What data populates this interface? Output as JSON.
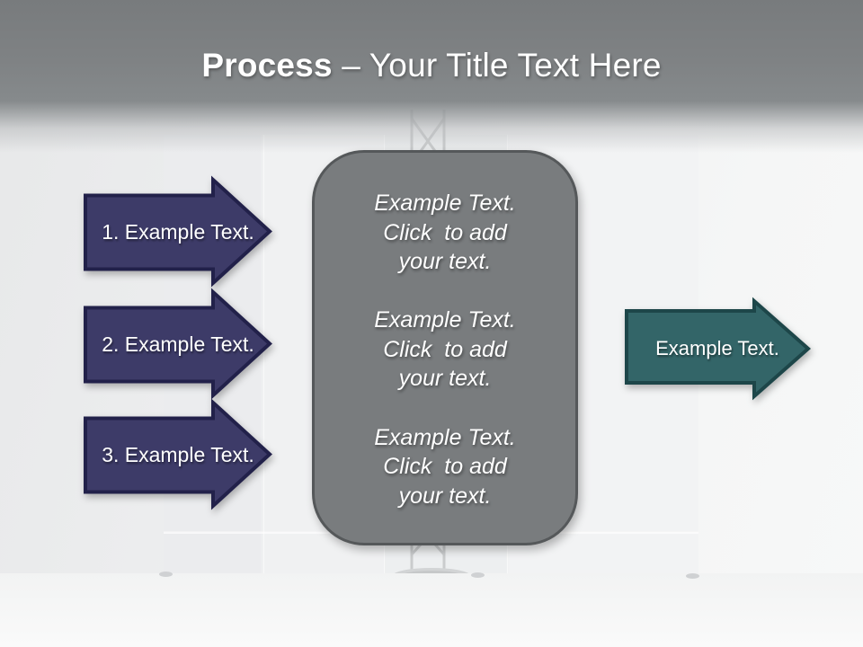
{
  "slide": {
    "title": {
      "bold": "Process",
      "rest": " – Your Title Text Here"
    }
  },
  "left_arrows": [
    {
      "label": "1. Example Text."
    },
    {
      "label": "2. Example Text."
    },
    {
      "label": "3. Example Text."
    }
  ],
  "center_panel": {
    "blocks": [
      {
        "text": "Example Text.\nClick  to add\nyour text."
      },
      {
        "text": "Example Text.\nClick  to add\nyour text."
      },
      {
        "text": "Example Text.\nClick  to add\nyour text."
      }
    ]
  },
  "right_arrow": {
    "label": "Example Text."
  },
  "colors": {
    "navy_fill": "#3d3b68",
    "navy_border": "#22214a",
    "teal_fill": "#336568",
    "teal_border": "#1d4649",
    "panel_fill": "#797c7e",
    "panel_border": "#55585a",
    "header_dark": "#787b7d",
    "text_white": "#ffffff"
  }
}
